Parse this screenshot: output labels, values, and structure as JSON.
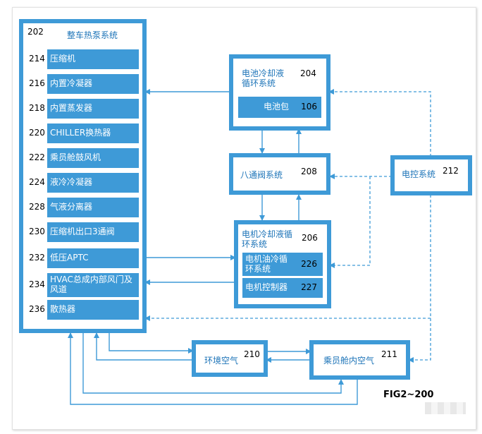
{
  "figure_label": "FIG2~200",
  "main_system": {
    "number": "202",
    "title": "整车热泵系统",
    "components": [
      {
        "number": "214",
        "label": "压缩机"
      },
      {
        "number": "216",
        "label": "内置冷凝器"
      },
      {
        "number": "218",
        "label": "内置蒸发器"
      },
      {
        "number": "220",
        "label": "CHILLER换热器"
      },
      {
        "number": "222",
        "label": "乘员舱鼓风机"
      },
      {
        "number": "224",
        "label": "液冷冷凝器"
      },
      {
        "number": "228",
        "label": "气液分离器"
      },
      {
        "number": "230",
        "label": "压缩机出口3通阀"
      },
      {
        "number": "232",
        "label": "低压APTC"
      },
      {
        "number": "234",
        "label": "HVAC总成内部风门及风道"
      },
      {
        "number": "236",
        "label": "散热器"
      }
    ]
  },
  "battery_loop": {
    "number": "204",
    "title": "电池冷却液循环系统",
    "sub_label": "电池包",
    "sub_number": "106"
  },
  "valve": {
    "number": "208",
    "title": "八通阀系统"
  },
  "motor_loop": {
    "number": "206",
    "title": "电机冷却液循环系统",
    "sub_items": [
      {
        "label": "电机油冷循环系统",
        "number": "226"
      },
      {
        "label": "电机控制器",
        "number": "227"
      }
    ]
  },
  "control": {
    "number": "212",
    "title": "电控系统"
  },
  "ambient_air": {
    "number": "210",
    "title": "环境空气"
  },
  "cabin_air": {
    "number": "211",
    "title": "乘员舱内空气"
  }
}
